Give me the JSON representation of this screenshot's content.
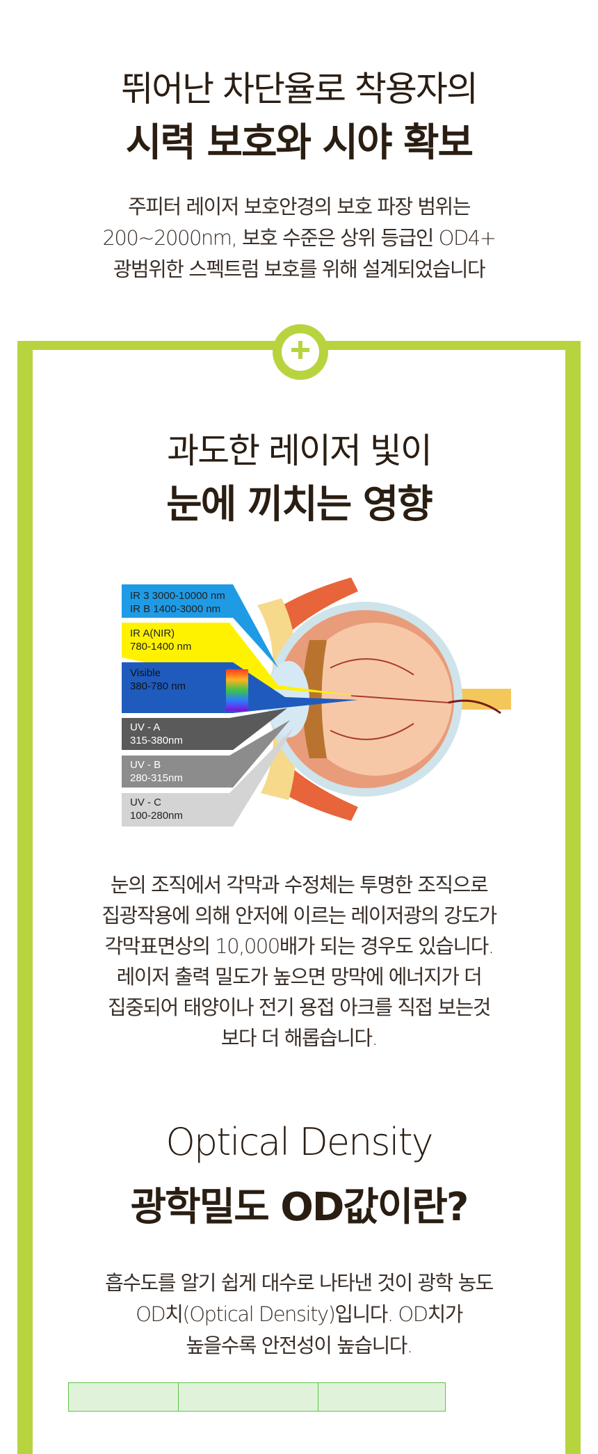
{
  "header": {
    "title_line1": "뛰어난 차단율로 착용자의",
    "title_line2": "시력 보호와 시야 확보",
    "description": [
      "주피터 레이저 보호안경의 보호 파장 범위는",
      "200~2000nm, 보호 수준은 상위 등급인 OD4+",
      "광범위한 스펙트럼 보호를 위해 설계되었습니다"
    ]
  },
  "section_effects": {
    "plus_icon": "plus-icon",
    "title_line1": "과도한 레이저 빛이",
    "title_line2": "눈에 끼치는 영향",
    "diagram_bands": [
      {
        "label1": "IR 3 3000-10000 nm",
        "label2": "IR B 1400-3000 nm",
        "color": "#1f9be6"
      },
      {
        "label1": "IR A(NIR)",
        "label2": "780-1400 nm",
        "color": "#fff200"
      },
      {
        "label1": "Visible",
        "label2": "380-780 nm",
        "color": "#1f5bbd"
      },
      {
        "label1": "UV - A",
        "label2": "315-380nm",
        "color": "#5a5a5a"
      },
      {
        "label1": "UV - B",
        "label2": "280-315nm",
        "color": "#8c8c8c"
      },
      {
        "label1": "UV - C",
        "label2": "100-280nm",
        "color": "#d4d4d4"
      }
    ],
    "description": [
      "눈의 조직에서 각막과 수정체는 투명한 조직으로",
      "집광작용에 의해 안저에 이르는 레이저광의 강도가",
      "각막표면상의 10,000배가 되는 경우도 있습니다.",
      "레이저 출력 밀도가 높으면 망막에 에너지가 더",
      "집중되어 태양이나 전기 용접 아크를 직접 보는것",
      "보다 더 해롭습니다."
    ]
  },
  "section_od": {
    "title_line1": "Optical Density",
    "title_line2": "광학밀도 OD값이란?",
    "description": [
      "흡수도를 알기 쉽게 대수로 나타낸 것이 광학 농도",
      "OD치(Optical Density)입니다. OD치가",
      "높을수록 안전성이 높습니다."
    ]
  },
  "colors": {
    "accent": "#b7d43f",
    "table_border": "#5fc34a",
    "table_fill": "#e0f3da"
  }
}
